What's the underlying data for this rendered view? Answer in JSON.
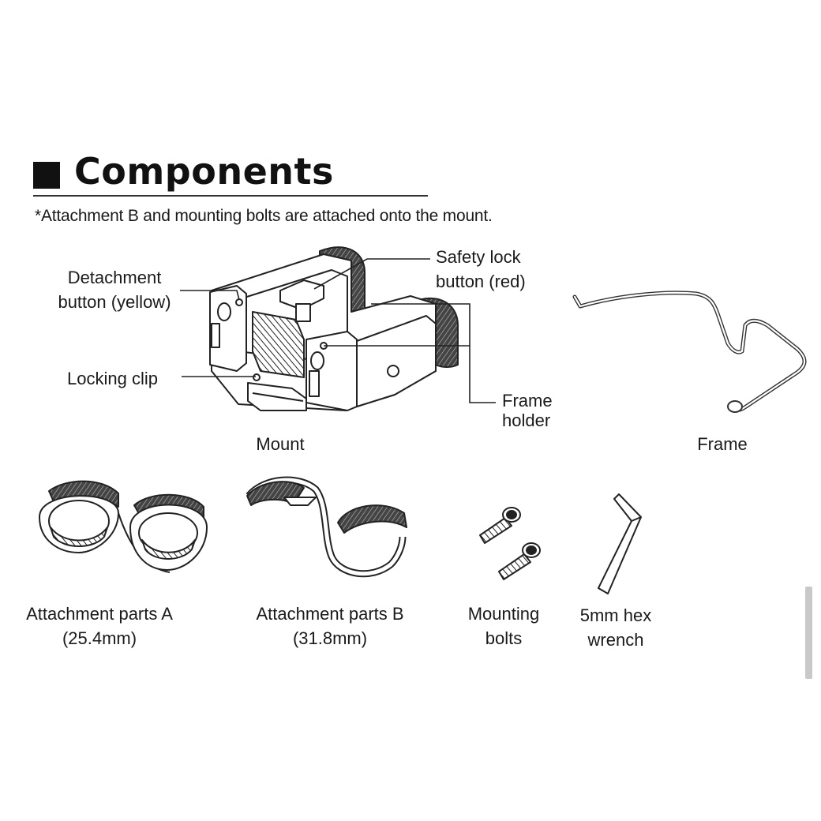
{
  "header": {
    "title": "Components",
    "note": "*Attachment B and mounting bolts are attached onto the mount."
  },
  "mount_callouts": {
    "safety_lock": [
      "Safety lock",
      "button (red)"
    ],
    "detachment": [
      "Detachment",
      "button (yellow)"
    ],
    "locking_clip": "Locking clip",
    "frame_holder": [
      "Frame",
      "holder"
    ]
  },
  "parts": {
    "mount": "Mount",
    "frame": "Frame",
    "attachment_a": [
      "Attachment parts A",
      "(25.4mm)"
    ],
    "attachment_b": [
      "Attachment parts B",
      "(31.8mm)"
    ],
    "mounting_bolts": [
      "Mounting",
      "bolts"
    ],
    "hex_wrench": [
      "5mm hex",
      "wrench"
    ]
  }
}
